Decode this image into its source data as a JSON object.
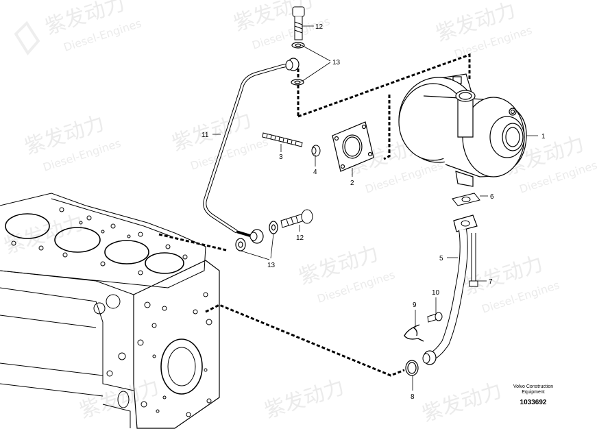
{
  "diagram": {
    "callouts": {
      "c1": "1",
      "c2": "2",
      "c3": "3",
      "c4": "4",
      "c5": "5",
      "c6": "6",
      "c7": "7",
      "c8": "8",
      "c9": "9",
      "c10": "10",
      "c11": "11",
      "c12a": "12",
      "c12b": "12",
      "c13a": "13",
      "c13b": "13"
    },
    "brand_caption_line1": "Volvo Construction",
    "brand_caption_line2": "Equipment",
    "drawing_number": "1033692"
  },
  "watermark": {
    "logo_text": "紫发动力",
    "logo_subtext": "Diesel-Engines"
  }
}
